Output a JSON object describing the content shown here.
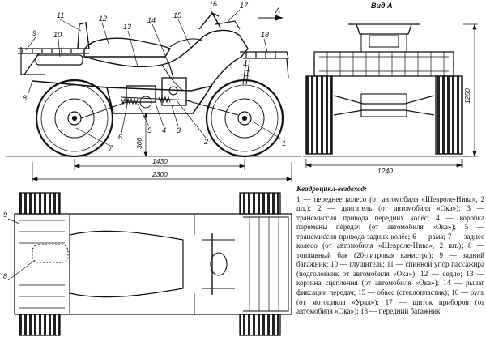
{
  "labels": {
    "side": [
      "1",
      "2",
      "3",
      "4",
      "5",
      "6",
      "7",
      "8",
      "9",
      "10",
      "11",
      "12",
      "13",
      "14",
      "15",
      "16",
      "17",
      "18"
    ],
    "top": [
      "9",
      "8"
    ],
    "view_a": "Вид А",
    "arrow_a": "А"
  },
  "dimensions": {
    "wheelbase": "1430",
    "length": "2300",
    "height": "1250",
    "width": "1240",
    "clearance": "300"
  },
  "legend": {
    "title": "Квадроцикл-вездеход:",
    "text": "1 — переднее колесо (от автомобиля «Шевроле-Нива», 2 шт.); 2 — двигатель (от автомобиля «Ока»); 3 — трансмиссия привода передних колёс; 4 — коробка перемены передач (от автомобиля «Ока»); 5 — трансмиссия привода задних колёс; 6 — рама; 7 — заднее колесо (от автомобиля «Шевроле-Нива», 2 шт.); 8 — топливный бак (20-литровая канистра); 9 — задний багажник; 10 — глушитель; 11 — спинной упор пассажира (подголовник от автомобиля «Ока»); 12 — седло; 13 — корзина сцепления (от автомобиля «Ока»); 14 — рычаг фиксации передач; 15 — обвес (стеклопластик); 16 — руль (от мотоцикла «Урал»); 17 — щиток приборов (от автомобиля «Ока»); 18 — передний багажник"
  }
}
